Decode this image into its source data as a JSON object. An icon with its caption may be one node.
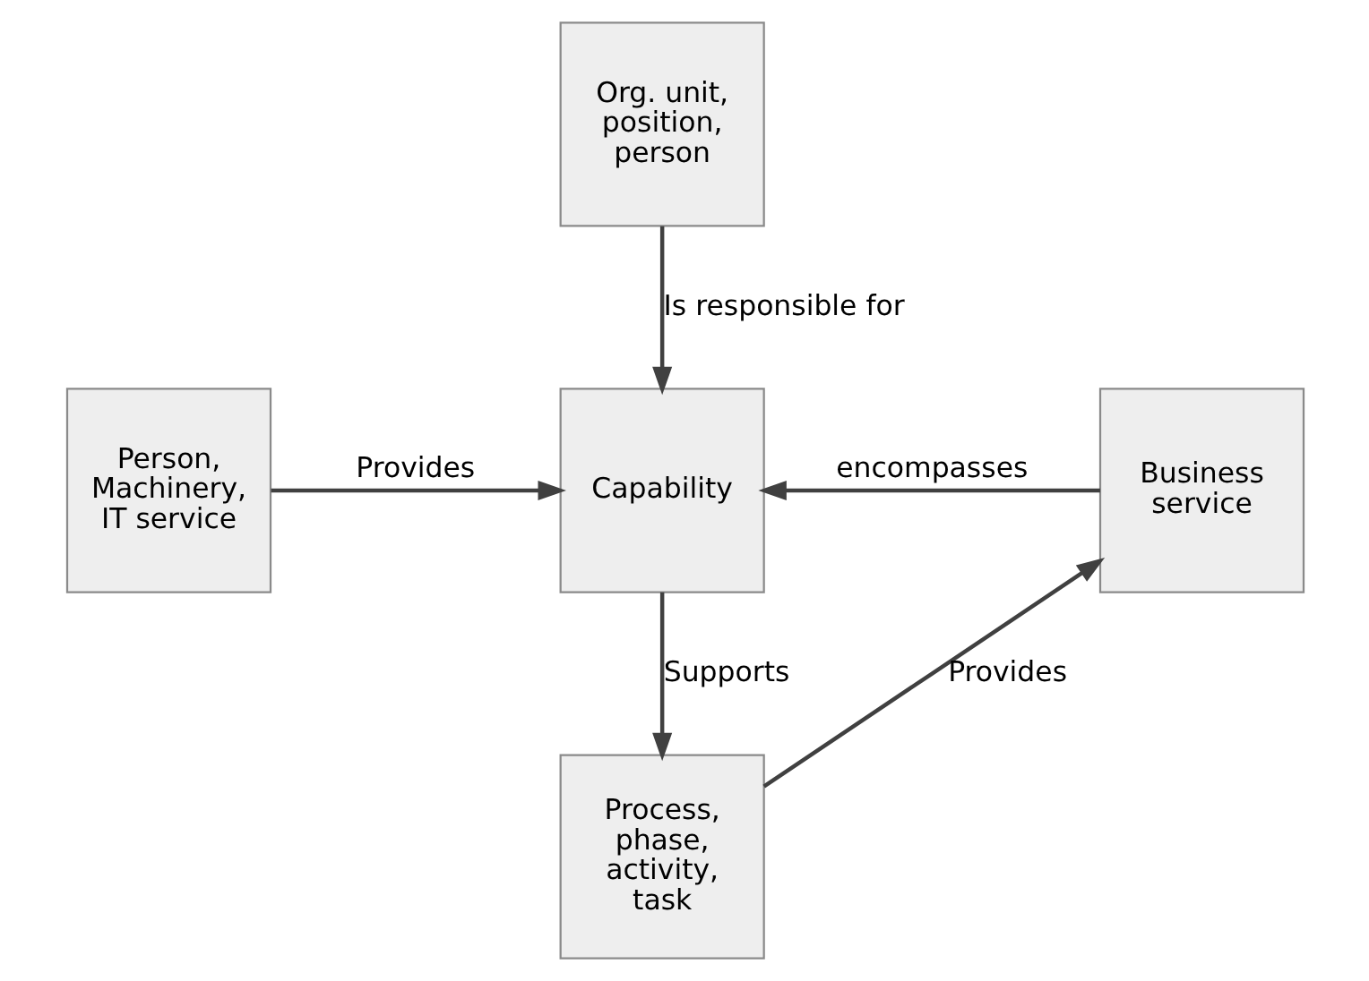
{
  "diagram": {
    "nodes": [
      {
        "text": [
          "Org. unit, position, person"
        ]
      },
      {
        "text": [
          "Person, Machinery, IT service"
        ]
      },
      {
        "text": [
          "Capability"
        ]
      },
      {
        "text": [
          "Business service"
        ]
      },
      {
        "text": [
          "Process, phase, activity, task"
        ]
      }
    ],
    "edges": [
      {
        "from": 0,
        "to": 2,
        "arrow": "to",
        "label": "Is responsible for"
      },
      {
        "from": 1,
        "to": 2,
        "arrow": "to",
        "label": "Provides"
      },
      {
        "from": 3,
        "to": 2,
        "arrow": "to",
        "label": "encompasses"
      },
      {
        "from": 2,
        "to": 4,
        "arrow": "to",
        "label": "Supports"
      },
      {
        "from": 4,
        "to": 3,
        "arrow": "to",
        "label": "Provides"
      }
    ]
  }
}
